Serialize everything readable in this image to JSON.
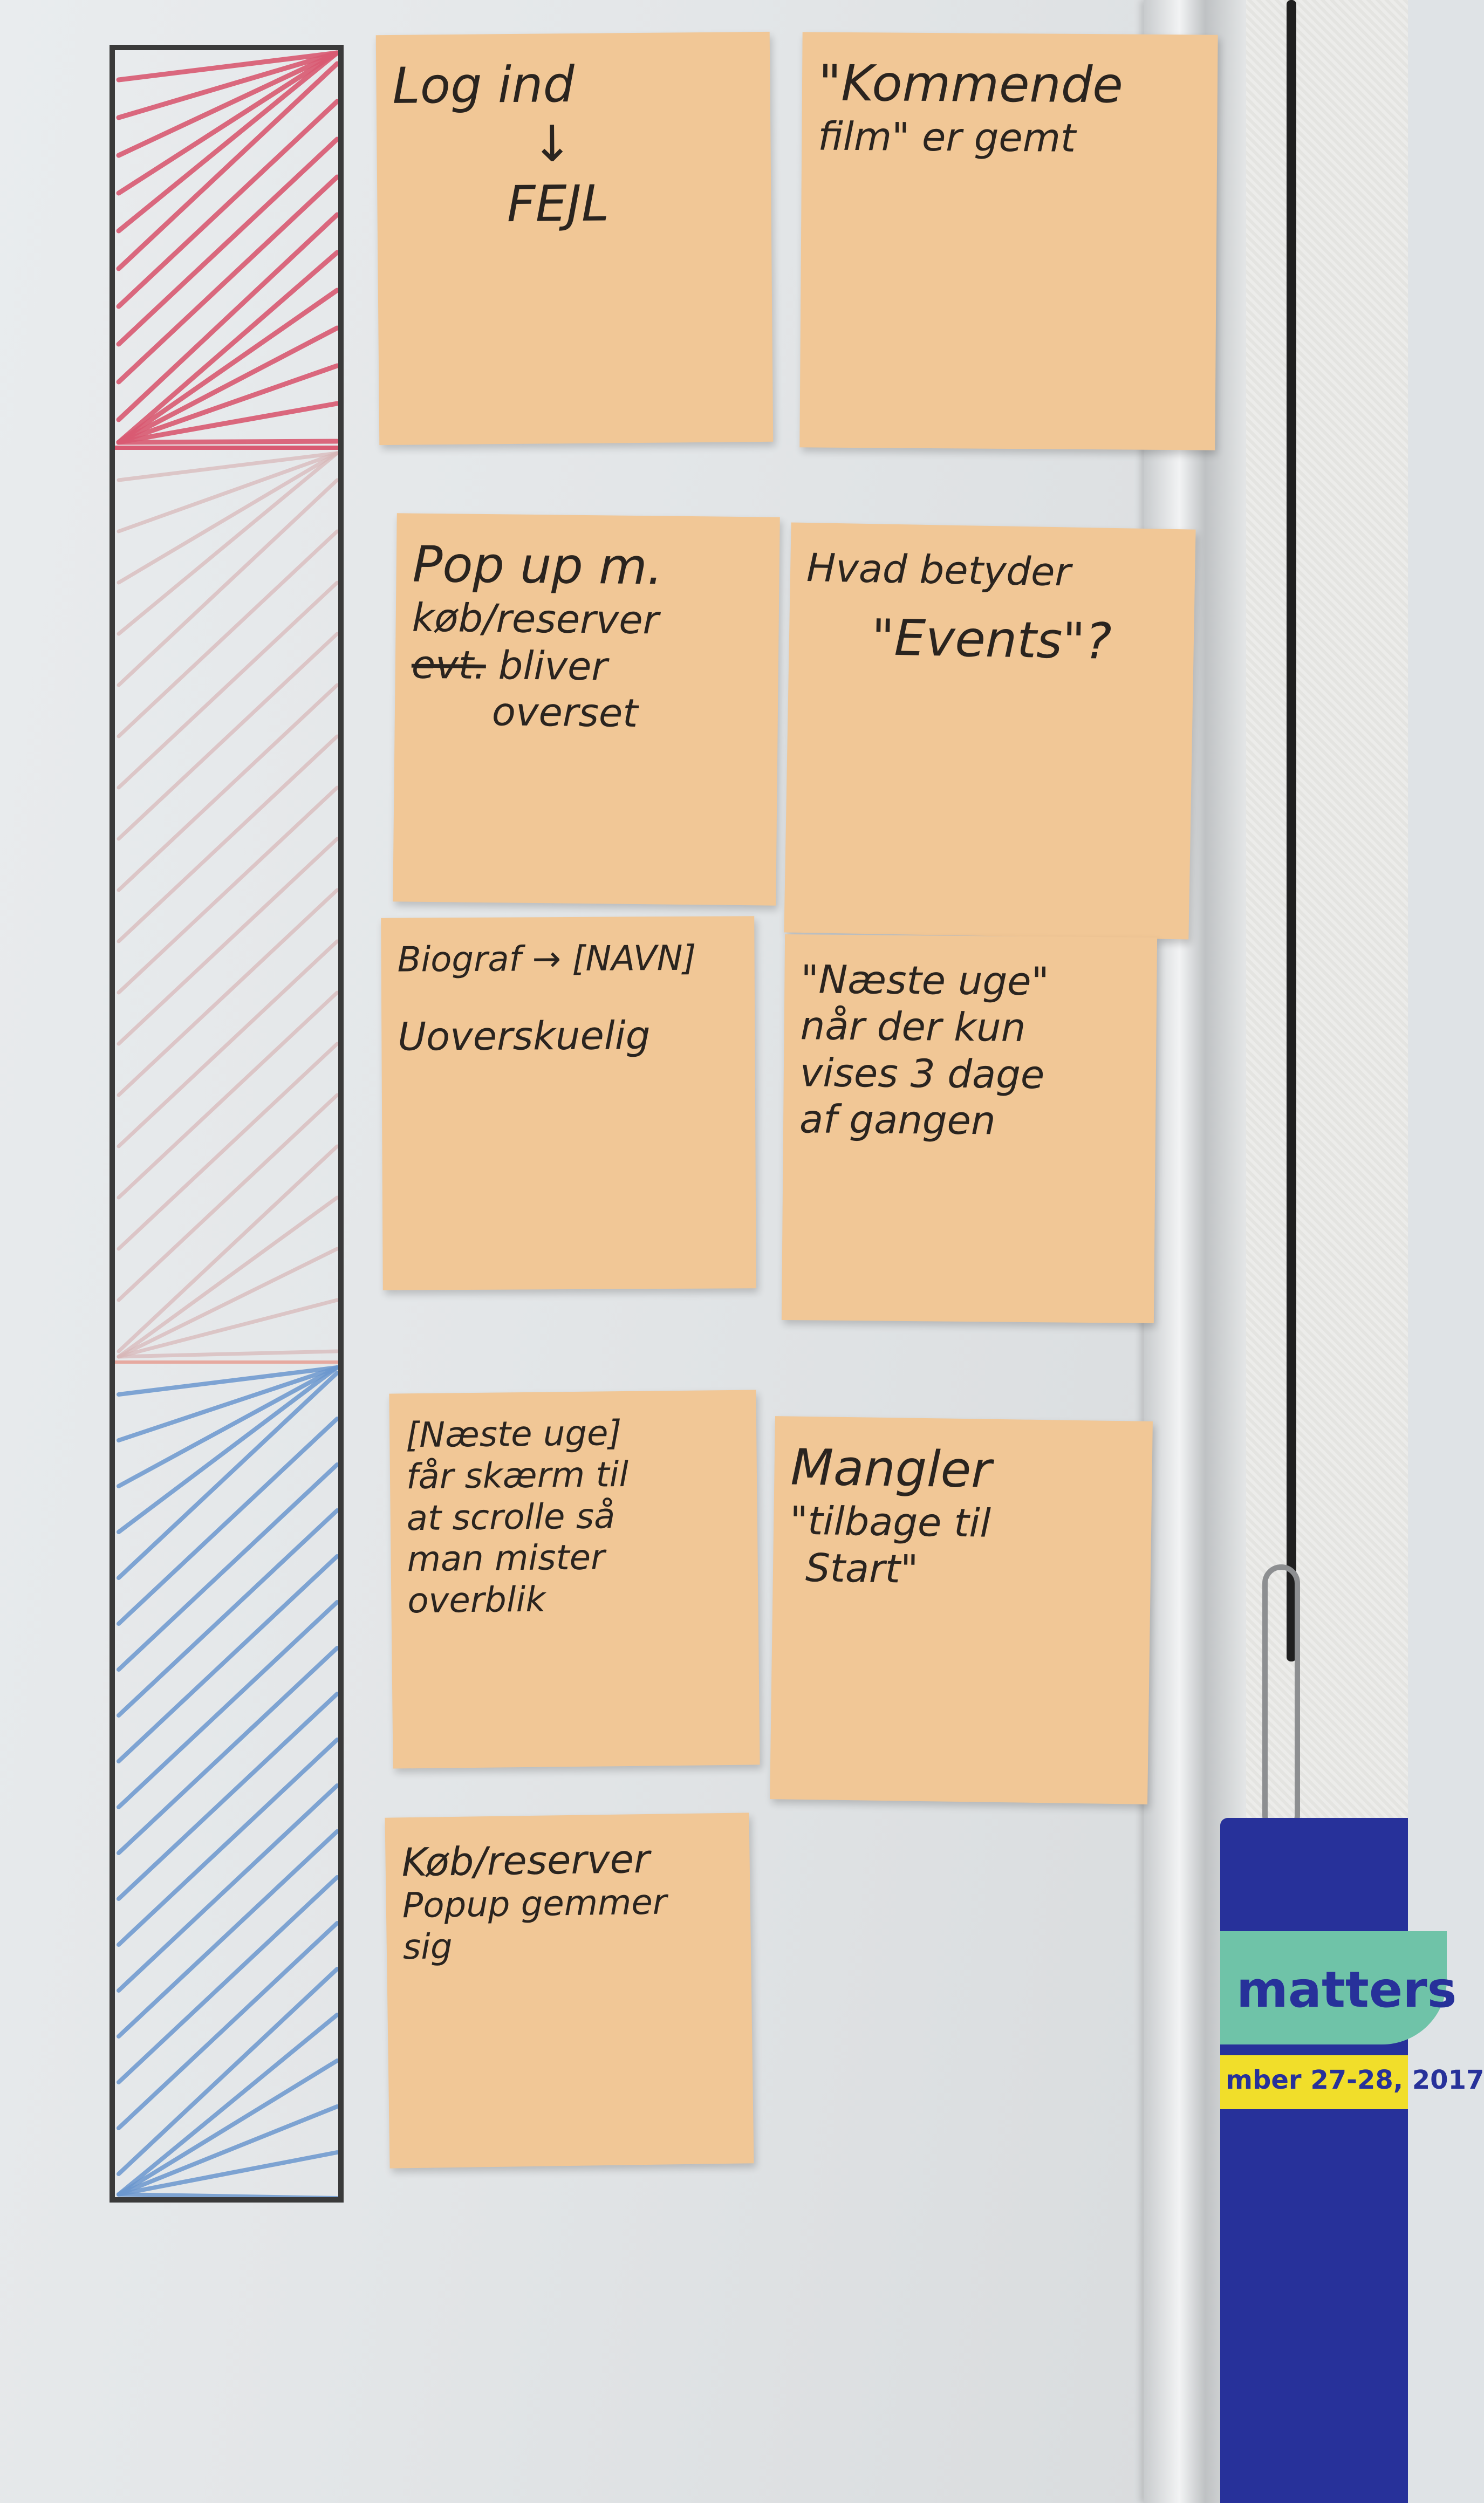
{
  "colors": {
    "note": "#f1c796",
    "ink": "#2a241f",
    "bar_red": "#d95a72",
    "bar_pink": "#d8b7b8",
    "bar_blue": "#6c98cf",
    "badge_blue": "#27319a",
    "badge_green": "#6fc3a8",
    "badge_yellow": "#f1de2a"
  },
  "notes": {
    "n1": {
      "line1": "Log ind",
      "arrow": "↓",
      "line2": "FEJL"
    },
    "n2": {
      "line1": "\"Kommende",
      "line2": "film\" er gemt"
    },
    "n3": {
      "line1": "Pop up m.",
      "line2": "køb/reserver",
      "struck": "evt.",
      "line3": " bliver",
      "line4": "overset"
    },
    "n4": {
      "line1": "Hvad betyder",
      "line2": "\"Events\"?"
    },
    "n5": {
      "line1": "Biograf → [NAVN]",
      "line2": "Uoverskuelig"
    },
    "n6": {
      "line1": "\"Næste uge\"",
      "line2": "når der kun",
      "line3": "vises 3 dage",
      "line4": "af gangen"
    },
    "n7": {
      "line1": "[Næste uge]",
      "line2": "får skærm til",
      "line3": "at scrolle så",
      "line4": "man mister",
      "line5": "overblik"
    },
    "n8": {
      "line1": "Mangler",
      "line2": "\"tilbage til",
      "line3": "Start\""
    },
    "n9": {
      "line1": "Køb/reserver",
      "line2": "Popup gemmer",
      "line3": "sig"
    }
  },
  "badge": {
    "title": "matters",
    "date": "mber 27-28, 2017"
  }
}
